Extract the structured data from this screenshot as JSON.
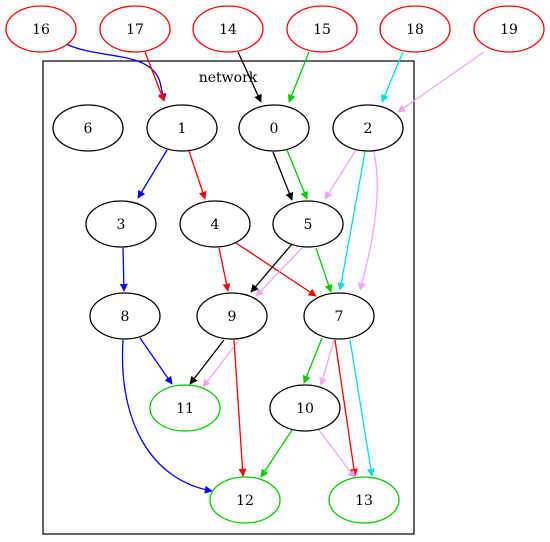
{
  "cluster": {
    "label": "network"
  },
  "colors": {
    "black": "#000000",
    "red": "#ff0000",
    "blue": "#0000ff",
    "green": "#00cc00",
    "cyan": "#00dddd",
    "pink": "#f5a3f5",
    "node_red": "#ff0000",
    "node_green": "#00cc00",
    "node_black": "#000000"
  },
  "nodes": [
    {
      "id": "16",
      "label": "16",
      "color": "node_red"
    },
    {
      "id": "17",
      "label": "17",
      "color": "node_red"
    },
    {
      "id": "14",
      "label": "14",
      "color": "node_red"
    },
    {
      "id": "15",
      "label": "15",
      "color": "node_red"
    },
    {
      "id": "18",
      "label": "18",
      "color": "node_red"
    },
    {
      "id": "19",
      "label": "19",
      "color": "node_red"
    },
    {
      "id": "6",
      "label": "6",
      "color": "node_black"
    },
    {
      "id": "1",
      "label": "1",
      "color": "node_black"
    },
    {
      "id": "0",
      "label": "0",
      "color": "node_black"
    },
    {
      "id": "2",
      "label": "2",
      "color": "node_black"
    },
    {
      "id": "3",
      "label": "3",
      "color": "node_black"
    },
    {
      "id": "4",
      "label": "4",
      "color": "node_black"
    },
    {
      "id": "5",
      "label": "5",
      "color": "node_black"
    },
    {
      "id": "8",
      "label": "8",
      "color": "node_black"
    },
    {
      "id": "9",
      "label": "9",
      "color": "node_black"
    },
    {
      "id": "7",
      "label": "7",
      "color": "node_black"
    },
    {
      "id": "11",
      "label": "11",
      "color": "node_green"
    },
    {
      "id": "10",
      "label": "10",
      "color": "node_black"
    },
    {
      "id": "12",
      "label": "12",
      "color": "node_green"
    },
    {
      "id": "13",
      "label": "13",
      "color": "node_green"
    }
  ],
  "edges": [
    {
      "from": "16",
      "to": "1",
      "color": "blue"
    },
    {
      "from": "17",
      "to": "1",
      "color": "red"
    },
    {
      "from": "14",
      "to": "0",
      "color": "black"
    },
    {
      "from": "15",
      "to": "0",
      "color": "green"
    },
    {
      "from": "18",
      "to": "2",
      "color": "cyan"
    },
    {
      "from": "19",
      "to": "2",
      "color": "pink"
    },
    {
      "from": "1",
      "to": "3",
      "color": "blue"
    },
    {
      "from": "1",
      "to": "4",
      "color": "red"
    },
    {
      "from": "0",
      "to": "5",
      "color": "black"
    },
    {
      "from": "0",
      "to": "5",
      "color": "green"
    },
    {
      "from": "2",
      "to": "5",
      "color": "pink"
    },
    {
      "from": "2",
      "to": "7",
      "color": "cyan"
    },
    {
      "from": "2",
      "to": "7",
      "color": "pink"
    },
    {
      "from": "3",
      "to": "8",
      "color": "blue"
    },
    {
      "from": "4",
      "to": "9",
      "color": "red"
    },
    {
      "from": "4",
      "to": "7",
      "color": "red"
    },
    {
      "from": "5",
      "to": "9",
      "color": "black"
    },
    {
      "from": "5",
      "to": "9",
      "color": "pink"
    },
    {
      "from": "5",
      "to": "7",
      "color": "green"
    },
    {
      "from": "8",
      "to": "11",
      "color": "blue"
    },
    {
      "from": "8",
      "to": "12",
      "color": "blue"
    },
    {
      "from": "9",
      "to": "11",
      "color": "black"
    },
    {
      "from": "9",
      "to": "11",
      "color": "pink"
    },
    {
      "from": "9",
      "to": "12",
      "color": "red"
    },
    {
      "from": "7",
      "to": "10",
      "color": "green"
    },
    {
      "from": "7",
      "to": "10",
      "color": "pink"
    },
    {
      "from": "7",
      "to": "13",
      "color": "red"
    },
    {
      "from": "7",
      "to": "13",
      "color": "cyan"
    },
    {
      "from": "10",
      "to": "12",
      "color": "green"
    },
    {
      "from": "10",
      "to": "13",
      "color": "pink"
    }
  ]
}
